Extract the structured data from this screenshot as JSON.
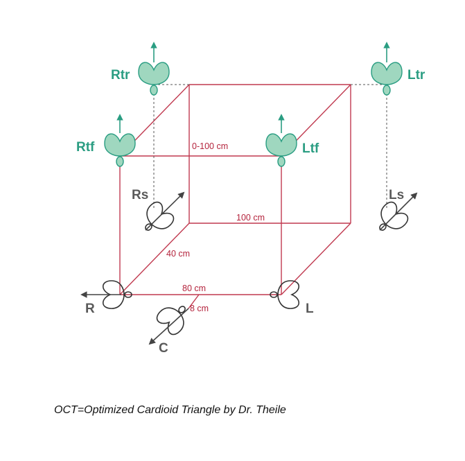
{
  "labels": {
    "rtr": "Rtr",
    "ltr": "Ltr",
    "rtf": "Rtf",
    "ltf": "Ltf",
    "rs": "Rs",
    "ls": "Ls",
    "r": "R",
    "l": "L",
    "c": "C"
  },
  "dimensions": {
    "height": "0-100 cm",
    "width_top": "100 cm",
    "depth": "40 cm",
    "front_width": "80 cm",
    "center_offset": "8 cm"
  },
  "caption": "OCT=Optimized Cardioid Triangle by Dr. Theile",
  "colors": {
    "cube_lines": "#c0394f",
    "height_speakers": "#2a9d82",
    "height_fill": "#9fd7bf",
    "floor_speakers": "#333333"
  }
}
